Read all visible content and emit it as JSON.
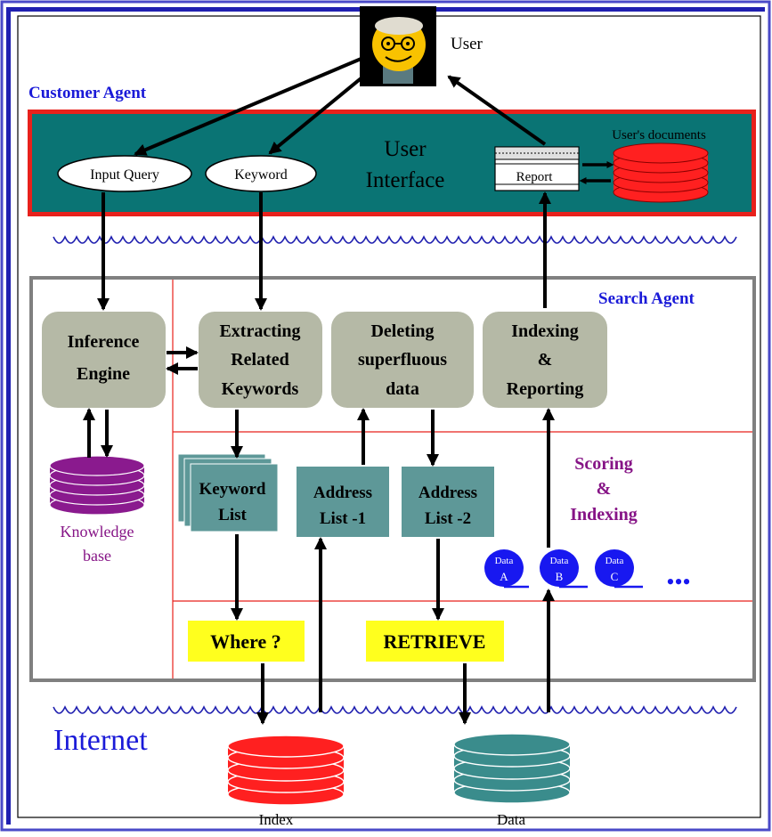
{
  "colors": {
    "outer_border": "#4a4ac8",
    "teal": "#0a7474",
    "red_line": "#e8211c",
    "box_gray": "#b5b9a6",
    "list_teal": "#5e9898",
    "purple": "#861486",
    "blue_text": "#1a1ad8",
    "yellow": "#ffff1e",
    "disk_red": "#ff2020",
    "disk_purple": "#8a1a8e",
    "disk_teal": "#3a8c8c",
    "data_blue": "#1818f0"
  },
  "user": {
    "label": "User"
  },
  "customer_agent": {
    "title": "Customer Agent"
  },
  "ui": {
    "title_line1": "User",
    "title_line2": "Interface",
    "input_query": "Input Query",
    "keyword": "Keyword",
    "report": "Report",
    "users_documents": "User's documents"
  },
  "search_agent": {
    "title": "Search Agent",
    "inference_line1": "Inference",
    "inference_line2": "Engine",
    "extract_line1": "Extracting",
    "extract_line2": "Related",
    "extract_line3": "Keywords",
    "delete_line1": "Deleting",
    "delete_line2": "superfluous",
    "delete_line3": "data",
    "index_line1": "Indexing",
    "index_line2": "&",
    "index_line3": "Reporting",
    "kb_line1": "Knowledge",
    "kb_line2": "base",
    "kwlist_line1": "Keyword",
    "kwlist_line2": "List",
    "addr1_line1": "Address",
    "addr1_line2": "List -1",
    "addr2_line1": "Address",
    "addr2_line2": "List -2",
    "scoring_line1": "Scoring",
    "scoring_line2": "&",
    "scoring_line3": "Indexing",
    "data_items": [
      {
        "top": "Data",
        "bottom": "A"
      },
      {
        "top": "Data",
        "bottom": "B"
      },
      {
        "top": "Data",
        "bottom": "C"
      }
    ],
    "ellipsis": "•••",
    "where": "Where ?",
    "retrieve": "RETRIEVE"
  },
  "internet": {
    "title": "Internet",
    "index_label": "Index",
    "data_label": "Data"
  }
}
